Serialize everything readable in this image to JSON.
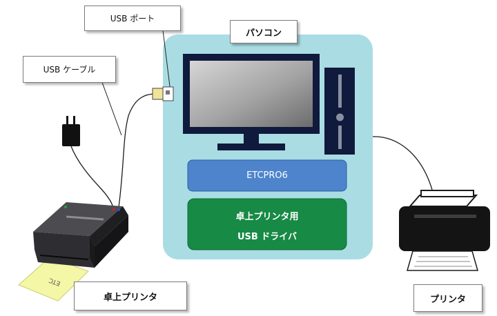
{
  "labels": {
    "usb_port": "USB ポート",
    "usb_cable": "USB ケーブル",
    "pc": "パソコン",
    "desktop_printer": "卓上プリンタ",
    "printer": "プリンタ"
  },
  "blocks": {
    "software": "ETCPRO6",
    "driver_line1": "卓上プリンタ用",
    "driver_line2": "USB ドライバ"
  },
  "card_text": "ETC",
  "colors": {
    "pc_area": "#a9dde3",
    "software_block": "#4e84cc",
    "driver_block": "#178a45",
    "card": "#f3f7a6",
    "device": "#333336"
  }
}
